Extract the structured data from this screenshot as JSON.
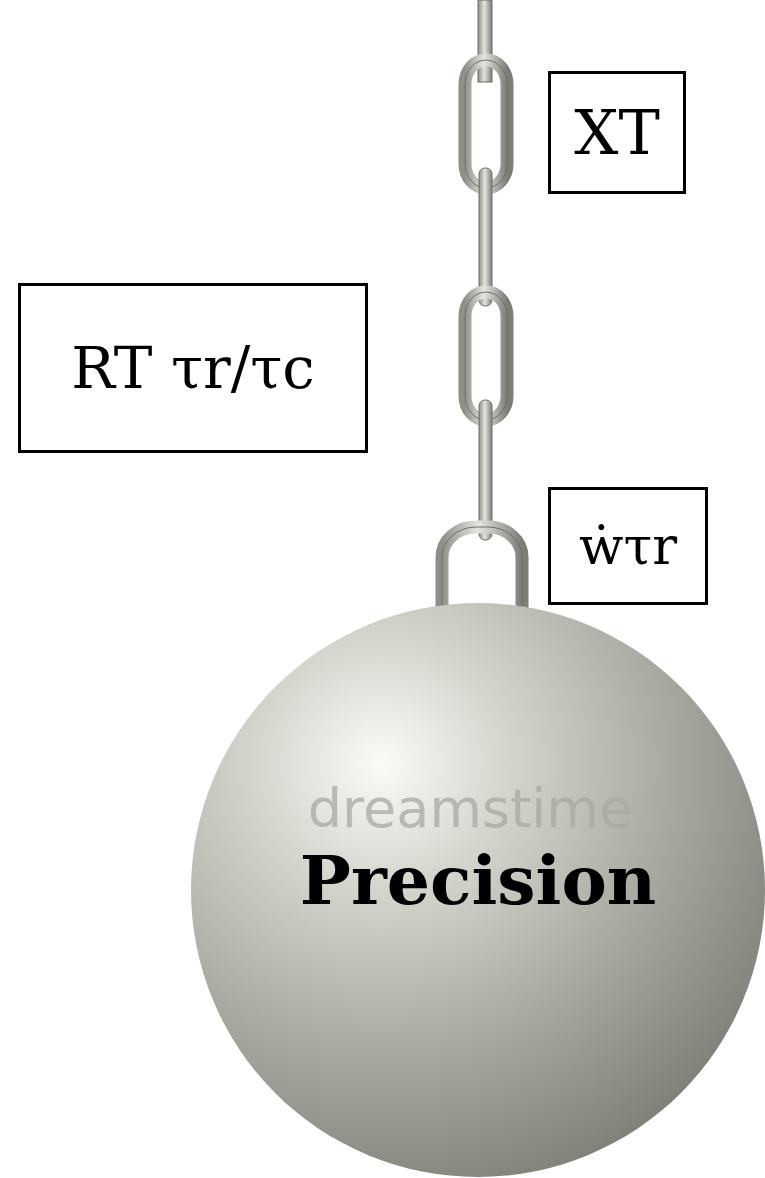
{
  "diagram": {
    "nodes": [
      {
        "text": [
          "XT"
        ]
      },
      {
        "text": [
          "RT τr/τc"
        ]
      },
      {
        "text": [
          "ẇτr"
        ]
      },
      {
        "text": [
          "Precision"
        ]
      }
    ],
    "labels": [
      "dreamstime"
    ]
  }
}
